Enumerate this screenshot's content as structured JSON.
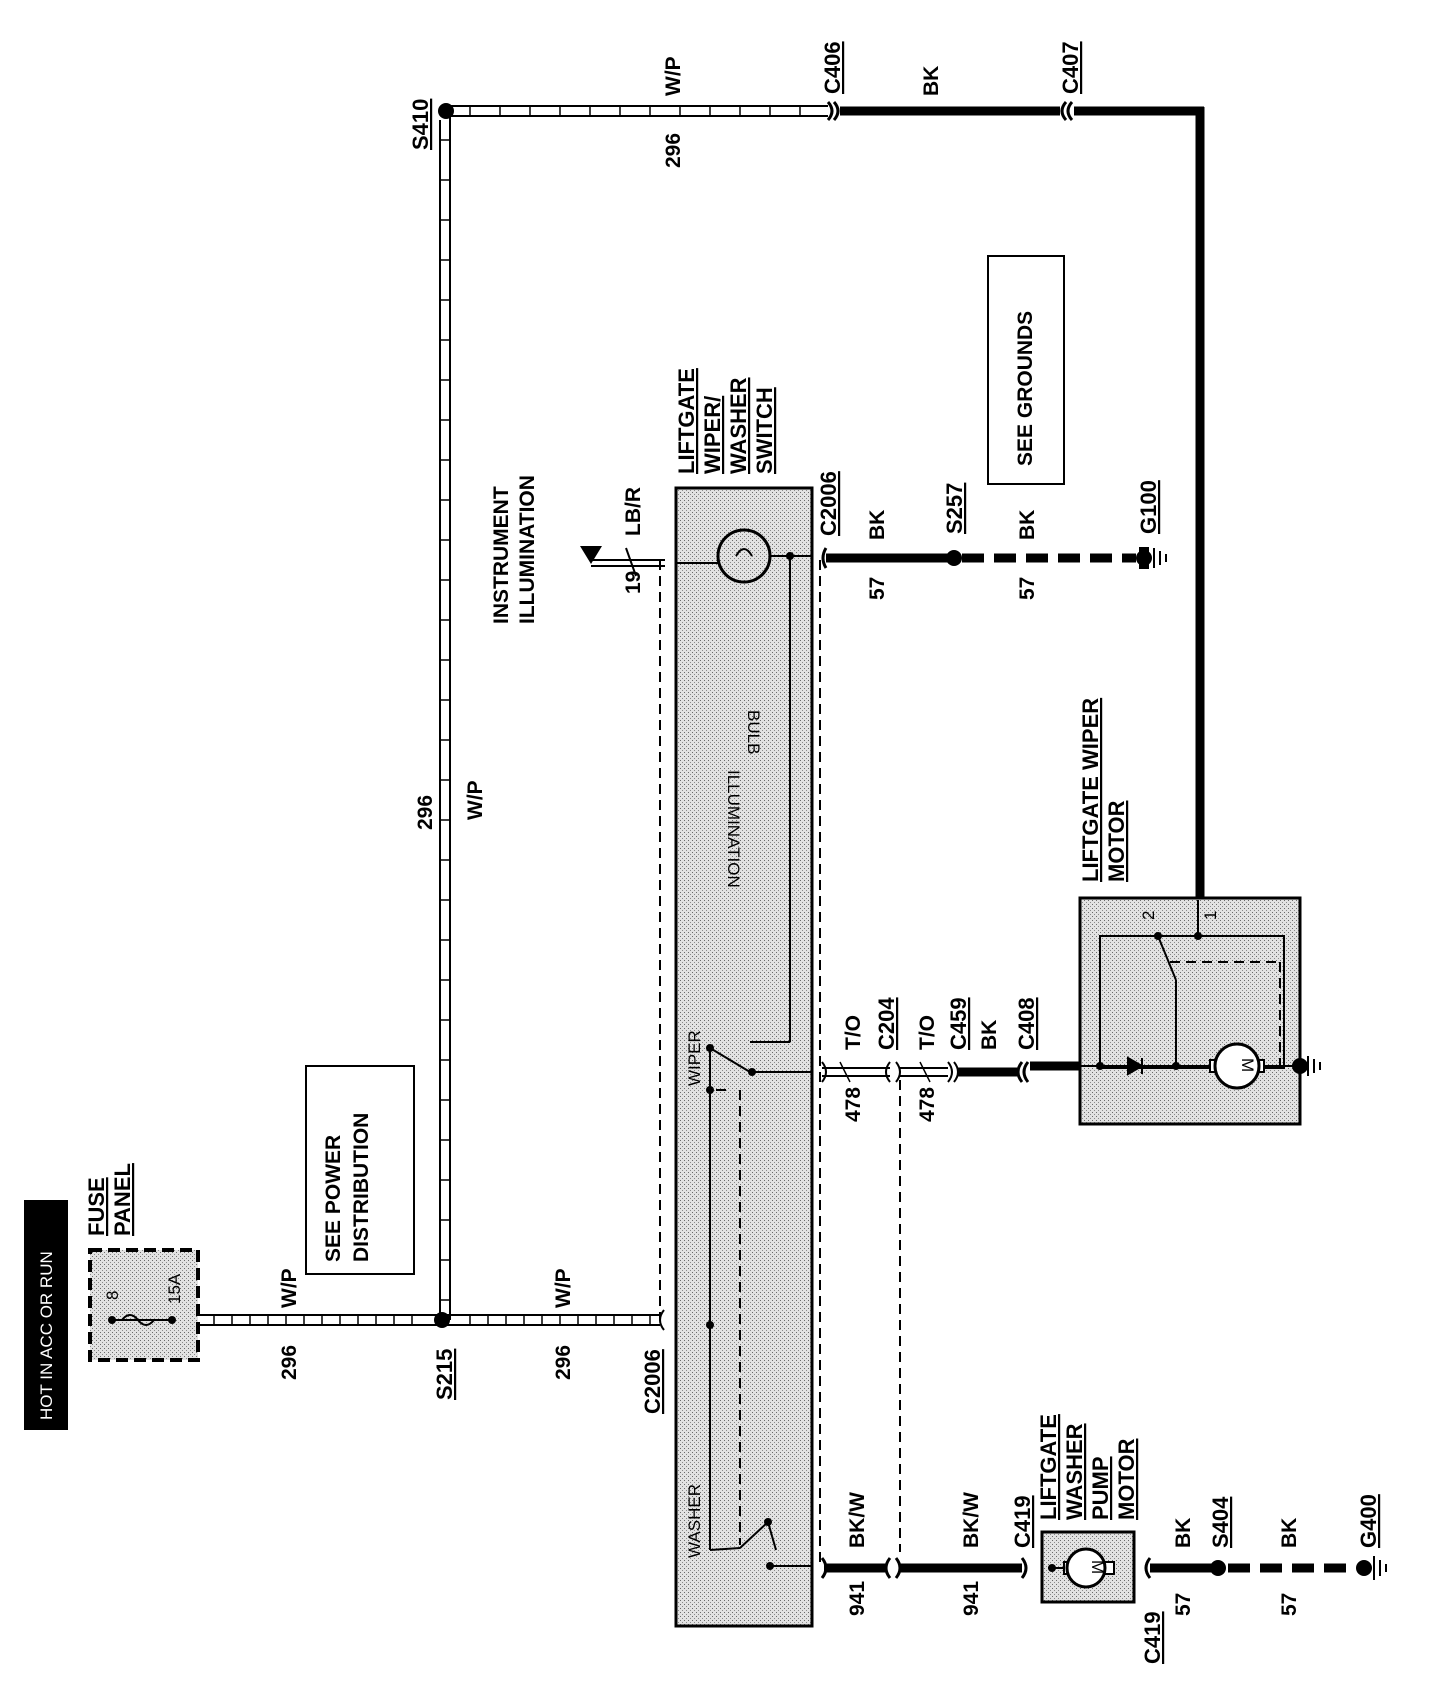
{
  "header": {
    "hot_label": "HOT IN ACC OR RUN"
  },
  "fuse_panel": {
    "title_line1": "FUSE",
    "title_line2": "PANEL",
    "fuse_number": "8",
    "fuse_rating": "15A"
  },
  "notes": {
    "power_distribution_line1": "SEE POWER",
    "power_distribution_line2": "DISTRIBUTION",
    "grounds": "SEE GROUNDS",
    "instrument_line1": "INSTRUMENT",
    "instrument_line2": "ILLUMINATION"
  },
  "switch": {
    "title_line1": "LIFTGATE",
    "title_line2": "WIPER/",
    "title_line3": "WASHER",
    "title_line4": "SWITCH",
    "bulb_line1": "ILLUMINATION",
    "bulb_line2": "BULB",
    "wiper_label": "WIPER",
    "washer_label": "WASHER"
  },
  "wiper_motor": {
    "title_line1": "LIFTGATE WIPER",
    "title_line2": "MOTOR",
    "pin1": "1",
    "pin2": "2",
    "motor_symbol": "M"
  },
  "pump_motor": {
    "title_line1": "LIFTGATE",
    "title_line2": "WASHER",
    "title_line3": "PUMP",
    "title_line4": "MOTOR",
    "motor_symbol": "M"
  },
  "splices": {
    "s215": "S215",
    "s410": "S410",
    "s257": "S257",
    "s404": "S404"
  },
  "grounds": {
    "g100": "G100",
    "g400": "G400"
  },
  "connectors": {
    "c2006_bottom": "C2006",
    "c2006_top": "C2006",
    "c406": "C406",
    "c407": "C407",
    "c204": "C204",
    "c459": "C459",
    "c408": "C408",
    "c419_top": "C419",
    "c419_bottom": "C419"
  },
  "wires": {
    "wp": "W/P",
    "circuit_296": "296",
    "bk": "BK",
    "circuit_57": "57",
    "lbr": "LB/R",
    "circuit_19": "19",
    "to": "T/O",
    "circuit_478": "478",
    "bkw": "BK/W",
    "circuit_941": "941"
  }
}
